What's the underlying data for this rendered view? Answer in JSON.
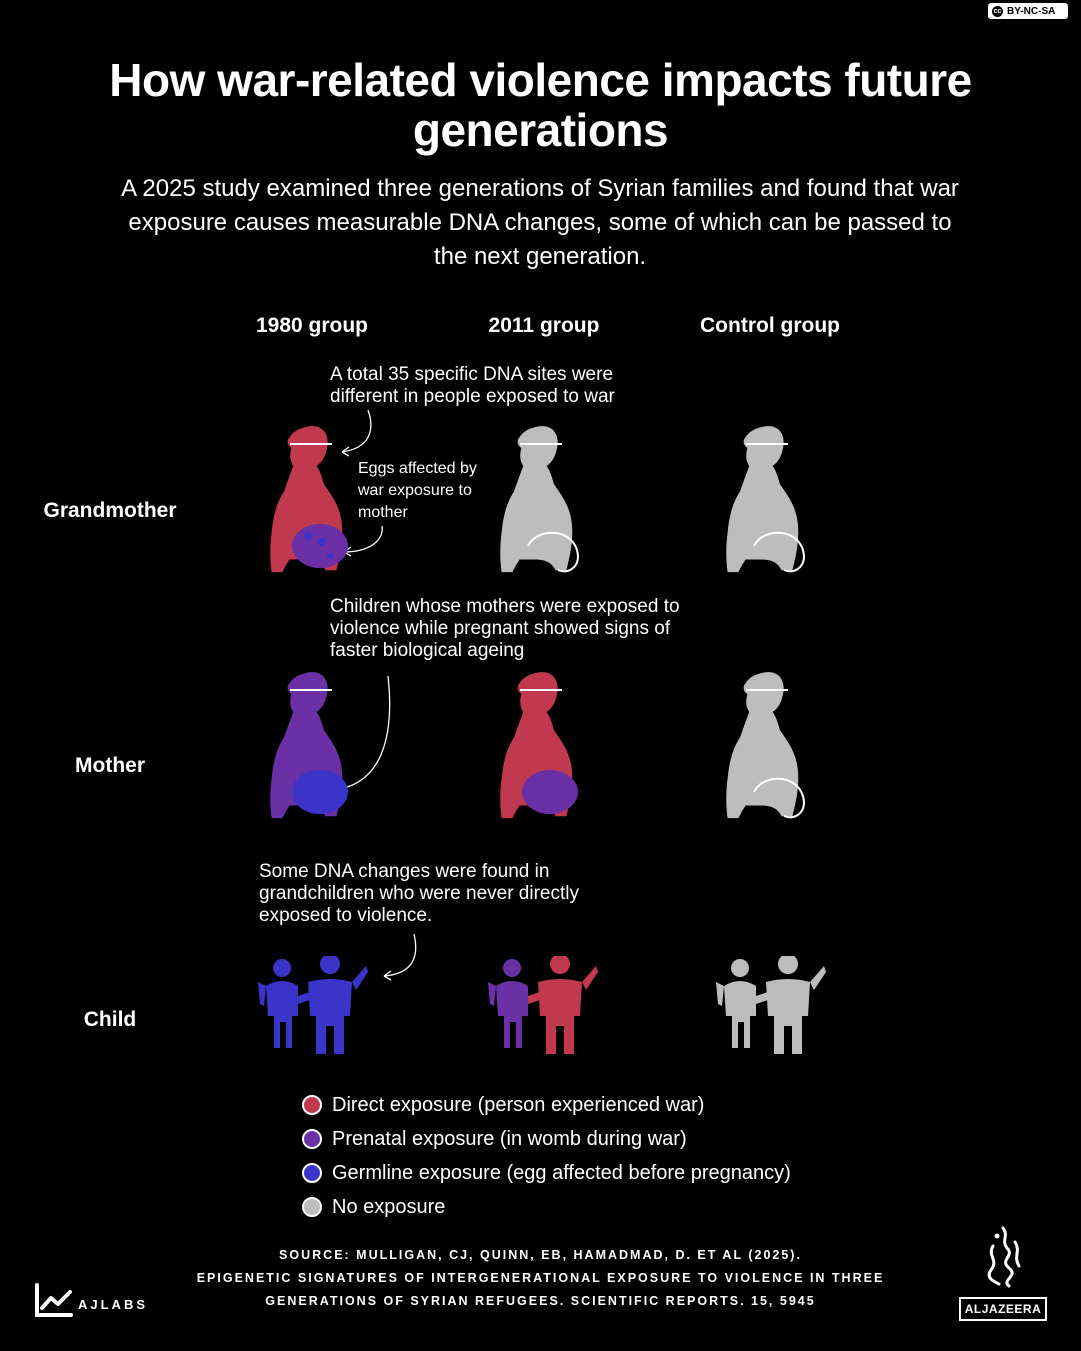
{
  "license_badge": "BY-NC-SA",
  "title": "How war-related violence impacts future generations",
  "subtitle": "A 2025 study examined three generations of Syrian families and found that war exposure causes measurable DNA changes, some of which can be passed to the next generation.",
  "columns": [
    "1980 group",
    "2011 group",
    "Control group"
  ],
  "rows": [
    "Grandmother",
    "Mother",
    "Child"
  ],
  "annotations": {
    "dna_sites": "A total 35 specific DNA sites were different in people exposed to war",
    "eggs": "Eggs affected by war exposure to mother",
    "ageing": "Children whose mothers were exposed to violence while pregnant showed signs of faster biological ageing",
    "grandchildren": "Some DNA changes were found in grandchildren who were never directly exposed to violence."
  },
  "legend": [
    {
      "label": "Direct exposure (person experienced war)",
      "color": "#c0394f"
    },
    {
      "label": "Prenatal exposure (in womb during war)",
      "color": "#6b2fa6"
    },
    {
      "label": "Germline exposure (egg affected before pregnancy)",
      "color": "#3b34c9"
    },
    {
      "label": "No exposure",
      "color": "#bdbdbd"
    }
  ],
  "source": {
    "line1": "SOURCE: MULLIGAN, CJ, QUINN, EB, HAMADMAD, D. ET AL (2025).",
    "line2": "EPIGENETIC SIGNATURES OF INTERGENERATIONAL EXPOSURE TO VIOLENCE IN THREE",
    "line3": "GENERATIONS OF SYRIAN REFUGEES. SCIENTIFIC REPORTS. 15, 5945"
  },
  "branding": {
    "ajlabs": "AJLABS",
    "aljazeera": "ALJAZEERA"
  },
  "colors": {
    "direct": "#c0394f",
    "prenatal": "#6b2fa6",
    "germline": "#3b34c9",
    "none": "#bdbdbd"
  }
}
